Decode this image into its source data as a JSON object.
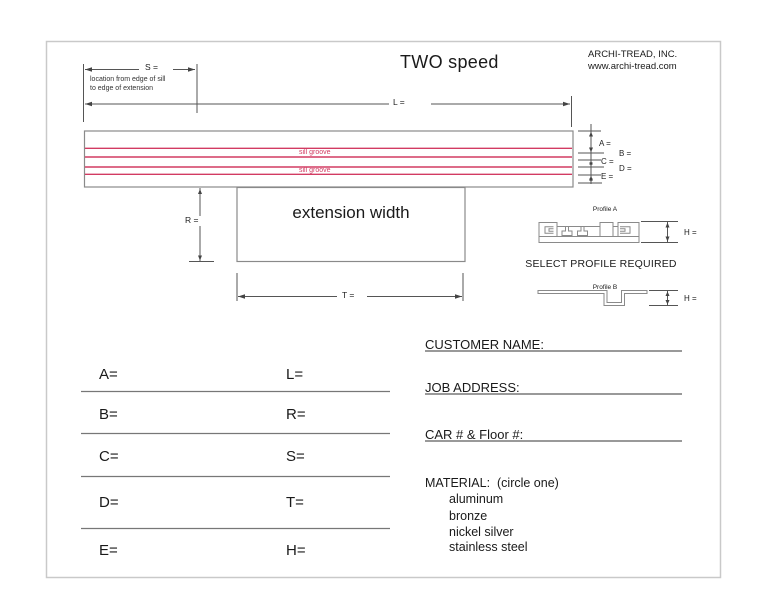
{
  "header": {
    "title": "TWO speed",
    "company_name": "ARCHI-TREAD, INC.",
    "company_url": "www.archi-tread.com"
  },
  "diagram": {
    "dim_s": "S =",
    "s_note_line1": "location from edge of sill",
    "s_note_line2": "to edge of extension",
    "dim_l": "L =",
    "sill_groove": "sill groove",
    "dim_a": "A =",
    "dim_b": "B =",
    "dim_c": "C =",
    "dim_d": "D =",
    "dim_e": "E =",
    "extension_label": "extension width",
    "dim_r": "R =",
    "dim_t": "T =",
    "profile_a": "Profile A",
    "profile_b": "Profile B",
    "select_profile": "SELECT PROFILE REQUIRED",
    "dim_h": "H =",
    "groove_color": "#d23b62"
  },
  "form": {
    "dims_left": [
      "A=",
      "B=",
      "C=",
      "D=",
      "E="
    ],
    "dims_right": [
      "L=",
      "R=",
      "S=",
      "T=",
      "H="
    ],
    "fields": [
      "CUSTOMER NAME:",
      "JOB ADDRESS:",
      "CAR # & Floor #:"
    ],
    "material_label": "MATERIAL:  (circle one)",
    "material_options": [
      "aluminum",
      "bronze",
      "nickel silver",
      "stainless steel"
    ]
  }
}
